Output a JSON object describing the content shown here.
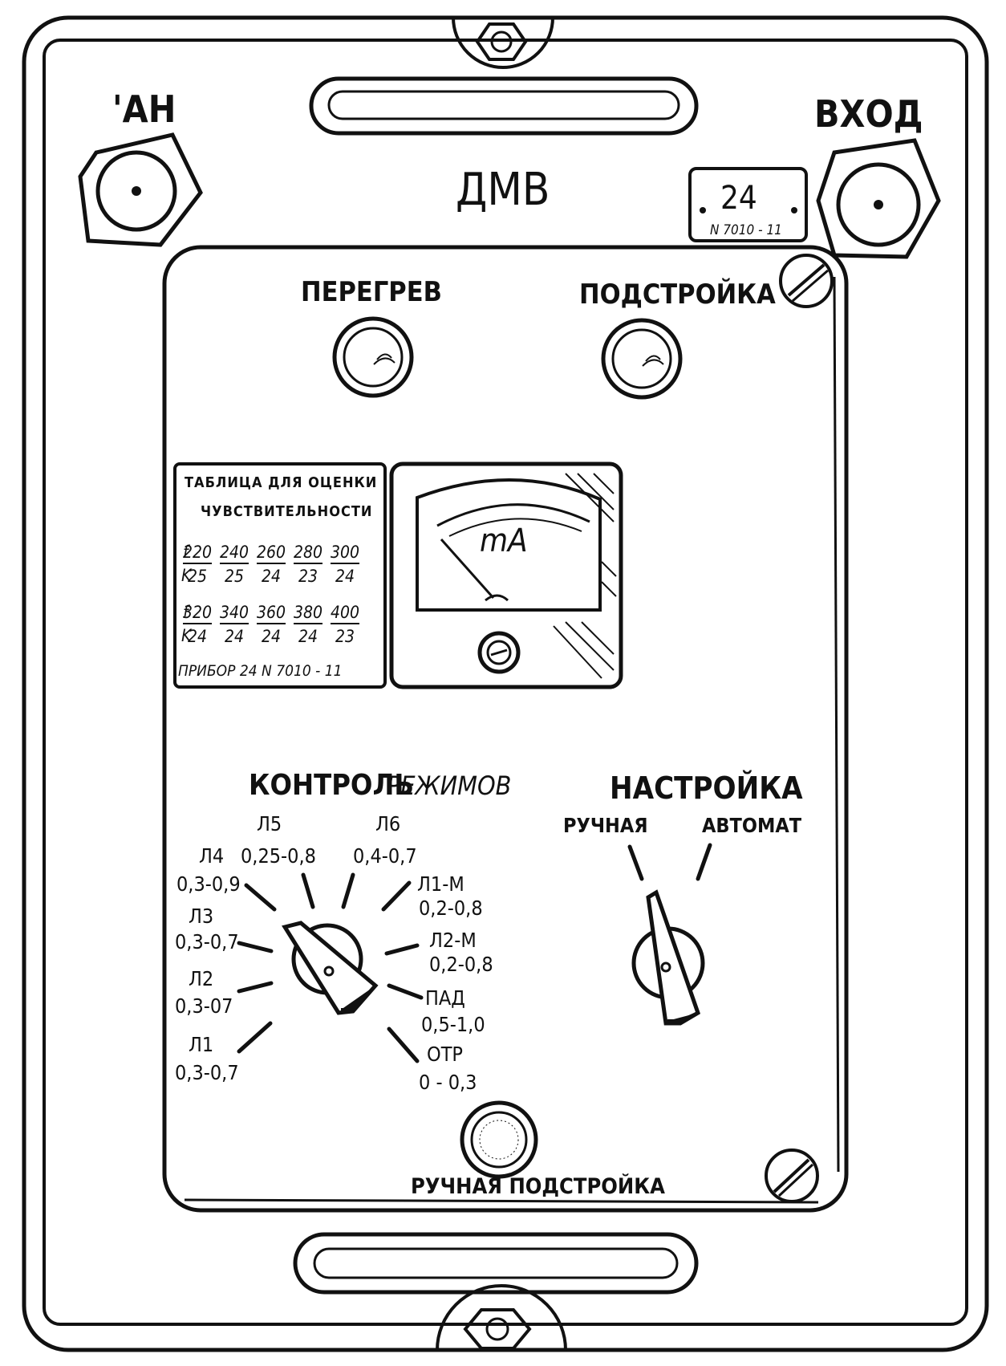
{
  "connectors": {
    "left_label": "'АН",
    "right_label": "ВХОД"
  },
  "band_label": "ДМВ",
  "device_plate": {
    "number": "24",
    "serial": "N 7010 - 11"
  },
  "indicators": {
    "overheat_label": "ПЕРЕГРЕВ",
    "tuning_label": "ПОДСТРОЙКА"
  },
  "sensitivity_table": {
    "title_line1": "ТАБЛИЦА ДЛЯ ОЦЕНКИ",
    "title_line2": "ЧУВСТВИТЕЛЬНОСТИ",
    "row1_f_label": "f",
    "row1_k_label": "K",
    "row1": [
      {
        "f": "220",
        "k": "25"
      },
      {
        "f": "240",
        "k": "25"
      },
      {
        "f": "260",
        "k": "24"
      },
      {
        "f": "280",
        "k": "23"
      },
      {
        "f": "300",
        "k": "24"
      }
    ],
    "row2_f_label": "f",
    "row2_k_label": "K",
    "row2": [
      {
        "f": "320",
        "k": "24"
      },
      {
        "f": "340",
        "k": "24"
      },
      {
        "f": "360",
        "k": "24"
      },
      {
        "f": "380",
        "k": "24"
      },
      {
        "f": "400",
        "k": "23"
      }
    ],
    "footer": "ПРИБОР 24 N 7010 - 11"
  },
  "meter": {
    "unit": "mA"
  },
  "mode_control": {
    "title_part1": "КОНТРОЛЬ",
    "title_part2": "РЕЖИМОВ",
    "positions": [
      {
        "name": "Л5",
        "range": "0,25-0,8"
      },
      {
        "name": "Л6",
        "range": "0,4-0,7"
      },
      {
        "name": "Л4",
        "range": "0,3-0,9"
      },
      {
        "name": "Л1-М",
        "range": "0,2-0,8"
      },
      {
        "name": "Л3",
        "range": "0,3-0,7"
      },
      {
        "name": "Л2-М",
        "range": "0,2-0,8"
      },
      {
        "name": "Л2",
        "range": "0,3-07"
      },
      {
        "name": "ПАД",
        "range": "0,5-1,0"
      },
      {
        "name": "Л1",
        "range": "0,3-0,7"
      },
      {
        "name": "ОТР",
        "range": "0 - 0,3"
      }
    ]
  },
  "tuning": {
    "title": "НАСТРОЙКА",
    "manual_label": "РУЧНАЯ",
    "auto_label": "АВТОМАТ"
  },
  "manual_tuning_label": "РУЧНАЯ ПОДСТРОЙКА"
}
